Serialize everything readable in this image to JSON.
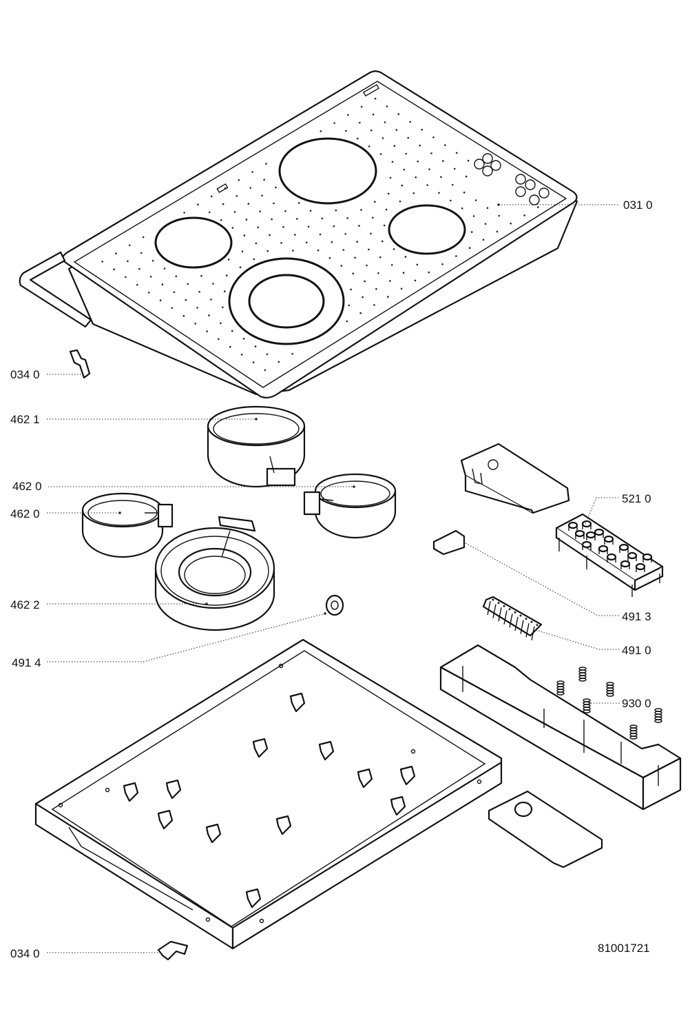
{
  "diagram": {
    "callouts": [
      {
        "id": "hob",
        "text": "031 0"
      },
      {
        "id": "clip-top",
        "text": "034 0"
      },
      {
        "id": "heater-large",
        "text": "462 1"
      },
      {
        "id": "heater-right",
        "text": "462 0"
      },
      {
        "id": "heater-left",
        "text": "462 0"
      },
      {
        "id": "heater-dual",
        "text": "462 2"
      },
      {
        "id": "grommet",
        "text": "491 4"
      },
      {
        "id": "control-board",
        "text": "521 0"
      },
      {
        "id": "connector",
        "text": "491 3"
      },
      {
        "id": "terminal-block",
        "text": "491 0"
      },
      {
        "id": "springs",
        "text": "930 0"
      },
      {
        "id": "clip-bottom",
        "text": "034 0"
      }
    ],
    "drawing_number": "81001721"
  }
}
